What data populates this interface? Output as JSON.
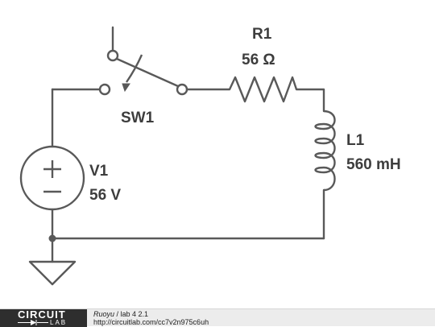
{
  "components": {
    "switch": {
      "name": "SW1"
    },
    "resistor": {
      "name": "R1",
      "value": "56 Ω"
    },
    "inductor": {
      "name": "L1",
      "value": "560 mH"
    },
    "source": {
      "name": "V1",
      "value": "56 V"
    }
  },
  "footer": {
    "logo_top": "CIRCUIT",
    "logo_bottom": "LAB",
    "author": "Ruoyu",
    "separator": " / ",
    "title": "lab 4 2.1",
    "url": "http://circuitlab.com/cc7v2n975c6uh"
  },
  "colors": {
    "wire": "#595959",
    "label": "#3d3d3d",
    "footer_bg": "#ececec",
    "logo_bg": "#2e2e2e"
  }
}
